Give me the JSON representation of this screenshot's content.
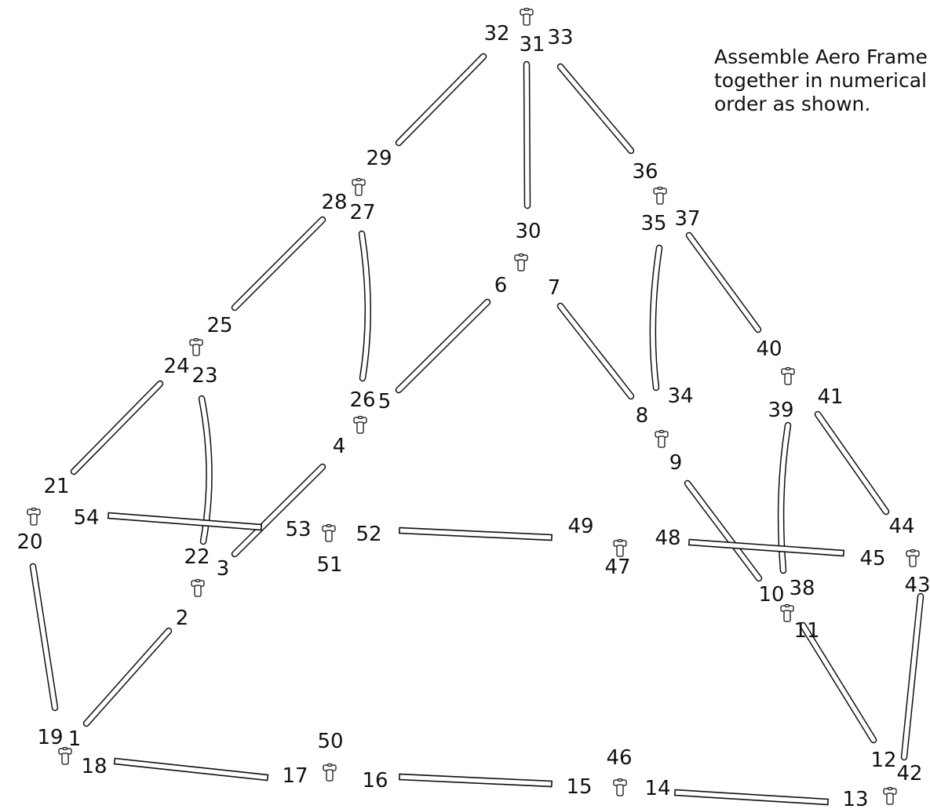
{
  "instructions": {
    "line1": "Assemble Aero Frame",
    "line2": "together in numerical",
    "line3": "order as shown."
  },
  "labels": [
    "1",
    "2",
    "3",
    "4",
    "5",
    "6",
    "7",
    "8",
    "9",
    "10",
    "11",
    "12",
    "13",
    "14",
    "15",
    "16",
    "17",
    "18",
    "19",
    "20",
    "21",
    "22",
    "23",
    "24",
    "25",
    "26",
    "27",
    "28",
    "29",
    "30",
    "31",
    "32",
    "33",
    "34",
    "35",
    "36",
    "37",
    "38",
    "39",
    "40",
    "41",
    "42",
    "43",
    "44",
    "45",
    "46",
    "47",
    "48",
    "49",
    "50",
    "51",
    "52",
    "53",
    "54"
  ],
  "colors": {
    "ink": "#111111",
    "background": "#ffffff"
  }
}
